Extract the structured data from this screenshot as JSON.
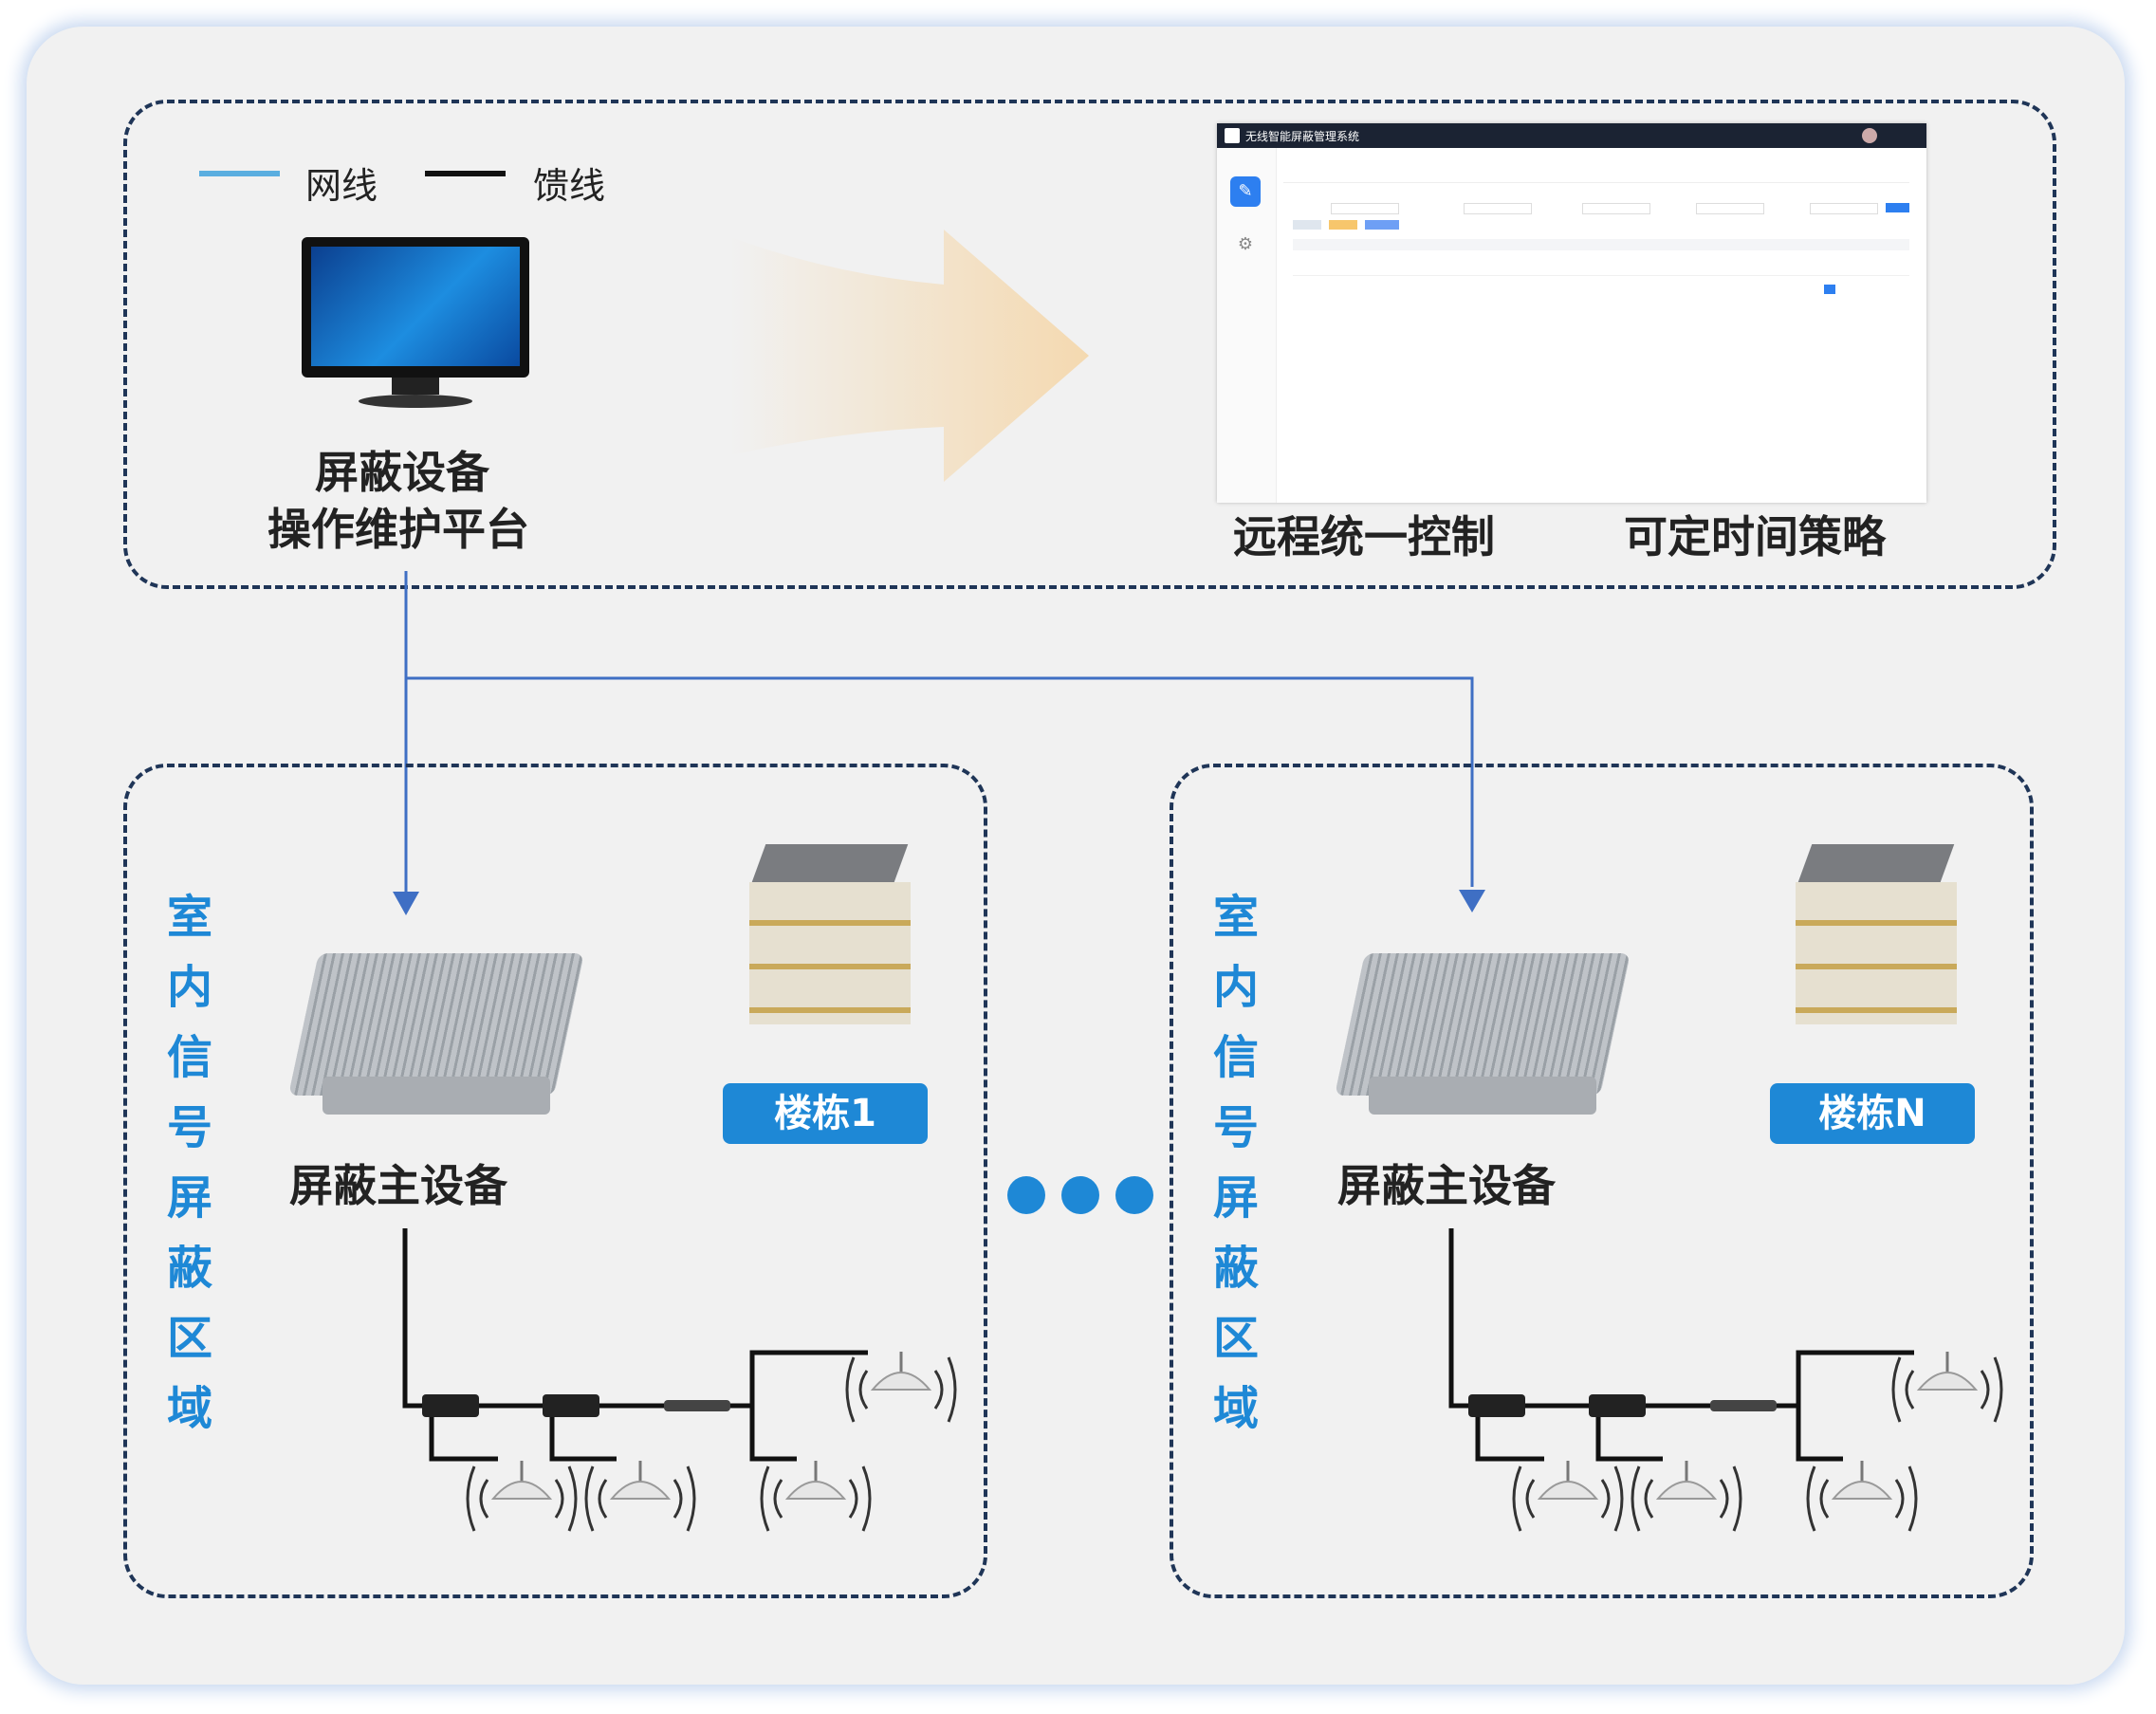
{
  "legend": {
    "net_label": "网线",
    "feed_label": "馈线",
    "net_color": "#5aaee0",
    "feed_color": "#111111"
  },
  "platform": {
    "line1": "屏蔽设备",
    "line2": "操作维护平台"
  },
  "ui": {
    "title": "无线智能屏蔽管理系统",
    "caption_left": "远程统一控制",
    "caption_right": "可定时间策略"
  },
  "zones": [
    {
      "region_chars": [
        "室",
        "内",
        "信",
        "号",
        "屏",
        "蔽",
        "区",
        "域"
      ],
      "device_label": "屏蔽主设备",
      "building_label": "楼栋1"
    },
    {
      "region_chars": [
        "室",
        "内",
        "信",
        "号",
        "屏",
        "蔽",
        "区",
        "域"
      ],
      "device_label": "屏蔽主设备",
      "building_label": "楼栋N"
    }
  ],
  "colors": {
    "accent": "#1e88d6",
    "border": "#1f3557",
    "arrow": "#f4d9b0",
    "link": "#3f6fc4"
  }
}
